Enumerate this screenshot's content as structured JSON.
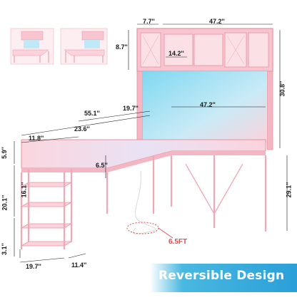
{
  "dimensions": {
    "top_depth": "7.7''",
    "top_width": "47.2''",
    "shelf_height": "8.7''",
    "shelf_width": "14.2''",
    "total_height": "30.8''",
    "long_side": "55.1''",
    "short_side_top": "19.7''",
    "inner_width": "47.2''",
    "left_depth": "11.8''",
    "mid_span": "23.6''",
    "top_gap": "5.9''",
    "shelf_gap": "16.1''",
    "side_height": "6.5''",
    "leg_height": "20.1''",
    "desk_height": "29.1''",
    "bottom_gap": "3.1''",
    "bottom_depth": "19.7''",
    "bottom_width": "11.4''"
  },
  "cable_length": "6.5FT",
  "banner": "Reversible Design",
  "colors": {
    "frame": "#f4b6c2",
    "frame_dark": "#e7929f",
    "desktop": "#fbd3dc",
    "led": "#7fd8f0",
    "banner": "#2a9fd8",
    "cable": "#e8474b"
  }
}
